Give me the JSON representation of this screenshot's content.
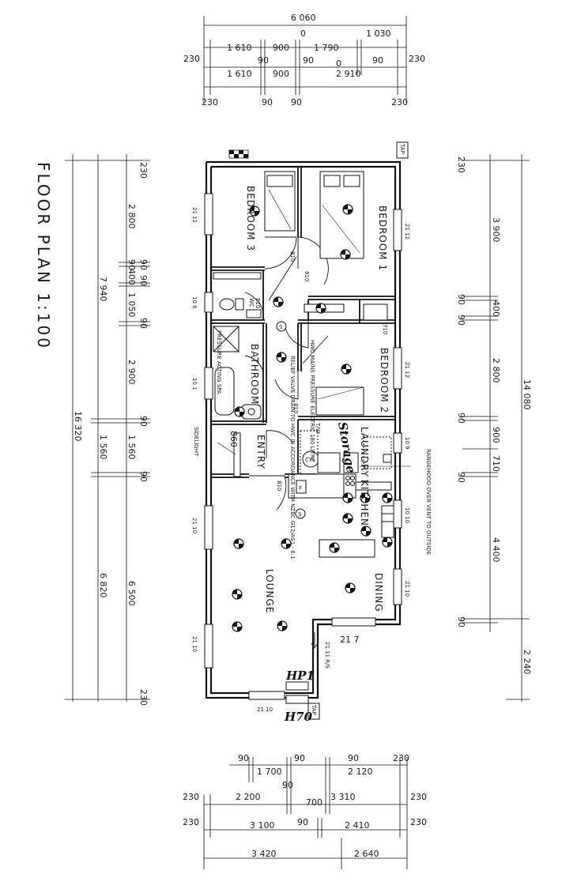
{
  "title": "FLOOR PLAN 1:100",
  "rooms": {
    "bedroom3": "BEDROOM 3",
    "bedroom1": "BEDROOM 1",
    "bedroom2": "BEDROOM 2",
    "bathroom": "BATHROOM",
    "wc": "WC",
    "laundry": "LAUNDRY",
    "storage": "Storage",
    "kitchen": "KITCHEN",
    "entry": "ENTRY",
    "lounge": "LOUNGE",
    "dining": "DINING",
    "sidelight": "SIDELIGHT",
    "tap": "TAP",
    "cyl": "CYL",
    "s": "S",
    "f": "F",
    "tw": "T/W",
    "pressure": "PRESSURE ACTING SPA",
    "hp1": "HP1",
    "hp2": "H70"
  },
  "notes": {
    "hwc": "HWC MAINS PRESSURE ELECTRIC 180 LITRE",
    "relief": "RELIEF VALVE DRAIN TO HWC IN ACCORDANCE WITH NZBC G12/AS1 - 6.1",
    "rangehood": "RANGEHOOD OVER VENT TO OUTSIDE",
    "arrow": "21 11 R/S"
  },
  "doors": {
    "d810": "810",
    "d810b": "810",
    "d810c": "810",
    "d810d": "810",
    "d810e": "810",
    "d860": "860",
    "d710": "710"
  },
  "windows": [
    "21 12",
    "10 6",
    "10 1",
    "21 10",
    "21 10",
    "21 12",
    "21 12",
    "10 9",
    "10 10",
    "21 10",
    "21 7",
    "21 10"
  ],
  "dims": {
    "top": [
      "6 060",
      "0",
      "1 030",
      "1 610",
      "900",
      "1 790",
      "230",
      "90",
      "90",
      "0",
      "90",
      "230",
      "1 610",
      "900",
      "2 910",
      "230",
      "90",
      "90",
      "230"
    ],
    "bottom": [
      "90",
      "90",
      "90",
      "230",
      "1 700",
      "2 120",
      "90",
      "230",
      "2 200",
      "700",
      "3 310",
      "230",
      "230",
      "3 100",
      "90",
      "2 410",
      "230",
      "3 420",
      "2 640"
    ],
    "left": [
      "230",
      "2 800",
      "90",
      "90",
      "400",
      "90",
      "7 940",
      "1 050",
      "90",
      "2 900",
      "90",
      "16 320",
      "1 560",
      "1 560",
      "90",
      "6 820",
      "6 500",
      "230"
    ],
    "right": [
      "230",
      "3 900",
      "90",
      "400",
      "90",
      "14 080",
      "2 800",
      "90",
      "900",
      "710",
      "90",
      "4 400",
      "90",
      "2 240"
    ]
  }
}
